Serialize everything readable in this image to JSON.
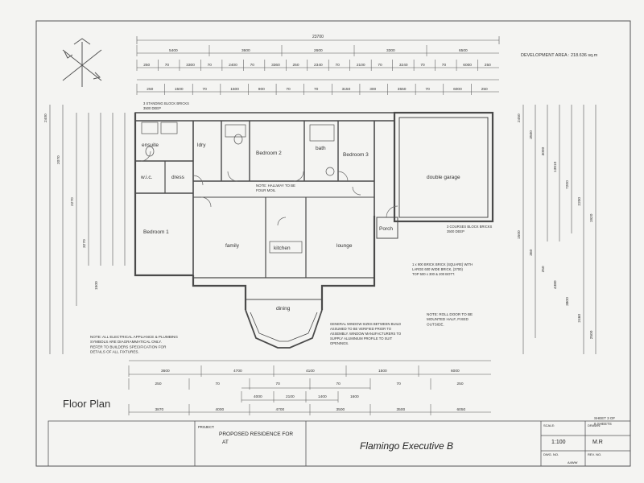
{
  "sheet": {
    "development_area": "DEVELOPMENT AREA : 218.636 sq.m",
    "drawing_title": "Floor Plan",
    "sheet_ref_1": "SHEET 3 OF",
    "sheet_ref_2": "6 SHEETS"
  },
  "rooms": {
    "ensuite": "ensuite",
    "ldry": "ldry",
    "wic": "w.i.c.",
    "dress": "dress",
    "bedroom1": "Bedroom 1",
    "bedroom2": "Bedroom 2",
    "bath": "bath",
    "bedroom3": "Bedroom 3",
    "double_garage": "double garage",
    "family": "family",
    "kitchen": "kitchen",
    "lounge": "lounge",
    "dining": "dining",
    "porch": "Porch"
  },
  "dimensions": {
    "overall_top": "23700",
    "top_row1": [
      "5400",
      "3600",
      "2600",
      "3300",
      "6500"
    ],
    "top_row2": [
      "250",
      "70",
      "3300",
      "70",
      "2400",
      "70",
      "3360",
      "250",
      "2340",
      "70",
      "2100",
      "70",
      "3240",
      "70",
      "70",
      "6000",
      "250"
    ],
    "top_row3": [
      "250",
      "1500",
      "70",
      "1500",
      "900",
      "70",
      "70",
      "3150",
      "300",
      "3550",
      "70",
      "6000",
      "250"
    ],
    "bottom_row1": [
      "3600",
      "4700",
      "4100",
      "1500",
      "6000"
    ],
    "bottom_row2": [
      "250",
      "70",
      "70",
      "70",
      "70",
      "250"
    ],
    "bottom_row3": [
      "4000",
      "2100",
      "1400",
      "1600"
    ],
    "bottom_row4": [
      "3870",
      "4000",
      "4700",
      "3500",
      "3500",
      "6050"
    ],
    "left_col": [
      "2400",
      "2070",
      "2270",
      "3270",
      "1500"
    ],
    "right_col": [
      "2450",
      "3500",
      "3000",
      "13910",
      "7200",
      "2200",
      "1920",
      "1500",
      "360",
      "250",
      "4380",
      "3800",
      "2460",
      "2500"
    ]
  },
  "notes": {
    "note_left": [
      "NOTE: ALL ELECTRICAL APPLIANCE & PLUMBING",
      "SYMBOLS ARE DIAGRAMMATICAL ONLY.",
      "REFER TO BUILDERS SPECIFICATION FOR",
      "DETAILS OF ALL FIXTURES."
    ],
    "note_center": [
      "GENERAL WINDOW SIZES BETWEEN BUILD",
      "ASSUMED TO BE VERIFIED PRIOR TO",
      "ASSEMBLY. WINDOW MANUFACTURERS TO",
      "SUPPLY ALUMINIUM PROFILE TO SUIT",
      "OPENINGS."
    ],
    "note_right": [
      "NOTE: ROLL DOOR TO BE",
      "MOUNTED HALF, FIXED",
      "OUTSIDE."
    ],
    "note_hallway": [
      "NOTE: HALLWAY TO BE",
      "FOUR MOIL"
    ],
    "note_bedrooms": [
      "3 STANDING BLOCK BRICKS",
      "3500 DEEP"
    ],
    "note_garage": [
      "3 COURSES BLOCK BRICKS",
      "3500 DEEP"
    ],
    "note_rh": [
      "1 x 900 BRICK BRICK (SQUARE) WITH",
      "LARGE 600 WIDE BRICK, (2700)",
      "TOP 500 x 300 & 200 BOTT."
    ]
  },
  "title_block": {
    "project_label": "PROJECT:",
    "project_line1": "PROPOSED RESIDENCE FOR",
    "project_line2": "AT",
    "design_name": "Flamingo Executive B",
    "scale_label": "SCALE:",
    "scale_value": "1:100",
    "drawn_label": "DRAWN:",
    "drawn_value": "M.R",
    "dwg_label": "DWG. NO.",
    "rev_label": "REV. NO.",
    "extra": "A4WW"
  },
  "colors": {
    "line": "#4a4a4a",
    "wall": "#5a5a5a",
    "paper": "#f4f4f2"
  }
}
